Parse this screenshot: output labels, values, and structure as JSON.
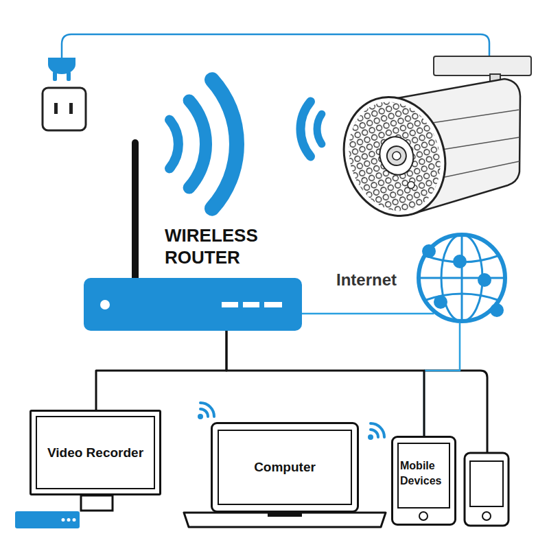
{
  "diagram": {
    "nodes": [
      {
        "text": [
          "WIRELESS ROUTER"
        ]
      },
      {
        "text": [
          "Internet"
        ]
      },
      {
        "text": [
          "Video Recorder"
        ]
      },
      {
        "text": [
          "Computer"
        ]
      },
      {
        "text": [
          "Mobile Devices"
        ]
      }
    ],
    "edges": [
      {
        "from": 0,
        "to": 1,
        "arrow": "none"
      },
      {
        "from": 1,
        "to": 4,
        "arrow": "none"
      },
      {
        "from": 0,
        "to": 2,
        "arrow": "none"
      },
      {
        "from": 0,
        "to": 4,
        "arrow": "none"
      }
    ]
  }
}
